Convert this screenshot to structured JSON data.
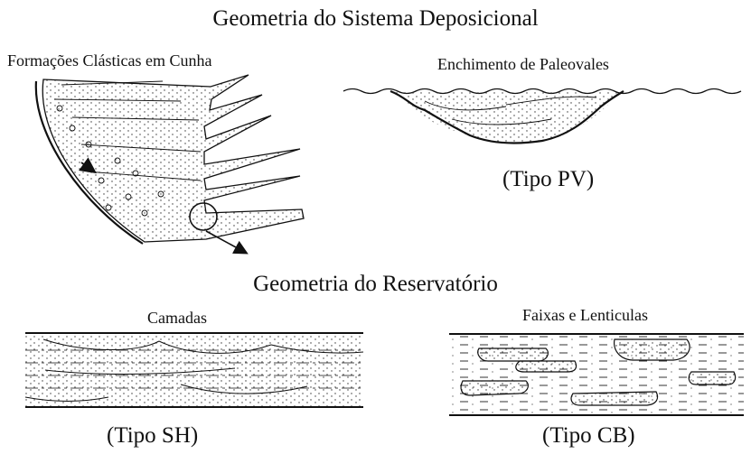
{
  "titles": {
    "depositional": "Geometria do Sistema Deposicional",
    "reservoir": "Geometria do Reservatório"
  },
  "panels": {
    "wedge": {
      "label": "Formações Clásticas em Cunha"
    },
    "paleovalley": {
      "label": "Enchimento de Paleovales",
      "type_label": "(Tipo PV)"
    },
    "layers": {
      "label": "Camadas",
      "type_label": "(Tipo SH)"
    },
    "lenses": {
      "label": "Faixas e Lenticulas",
      "type_label": "(Tipo CB)"
    }
  },
  "colors": {
    "ink": "#111111",
    "background": "#ffffff"
  }
}
